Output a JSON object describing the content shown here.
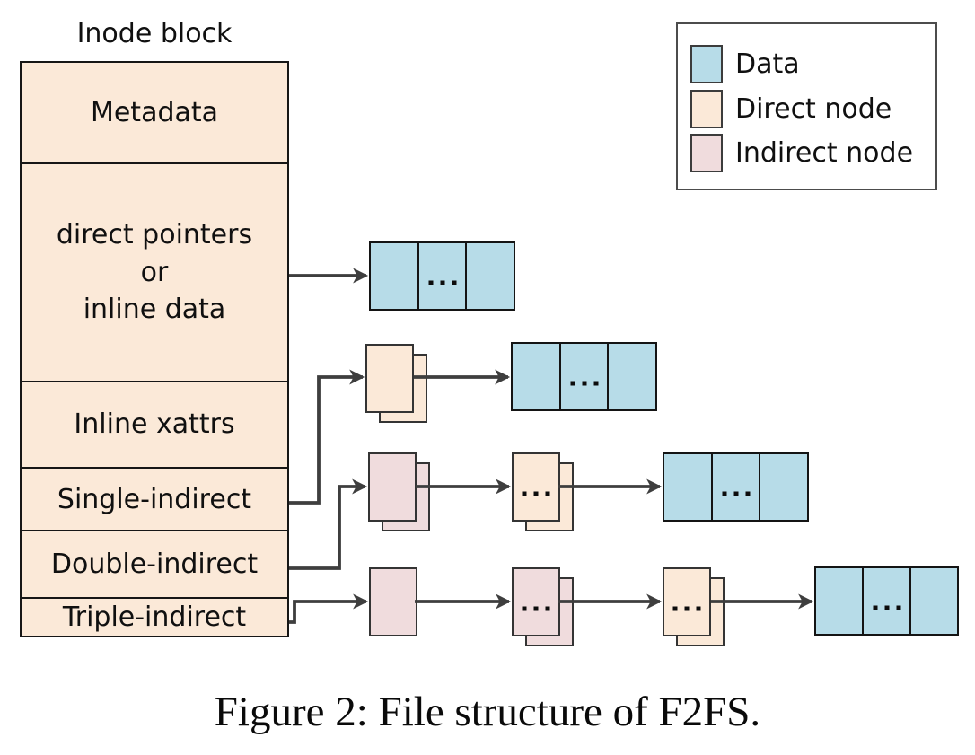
{
  "inode": {
    "title": "Inode block",
    "sections": [
      {
        "label": "Metadata"
      },
      {
        "label": "direct pointers\nor\ninline data"
      },
      {
        "label": "Inline xattrs"
      },
      {
        "label": "Single-indirect"
      },
      {
        "label": "Double-indirect"
      },
      {
        "label": "Triple-indirect"
      }
    ]
  },
  "legend": {
    "items": [
      {
        "label": "Data",
        "color": "#b7dce8"
      },
      {
        "label": "Direct node",
        "color": "#fbe9d8"
      },
      {
        "label": "Indirect node",
        "color": "#f0dcdd"
      }
    ]
  },
  "caption": "Figure 2: File structure of F2FS.",
  "colors": {
    "data": "#b7dce8",
    "direct_node": "#fbe9d8",
    "indirect_node": "#f0dcdd",
    "arrow": "#3e3e3e"
  }
}
